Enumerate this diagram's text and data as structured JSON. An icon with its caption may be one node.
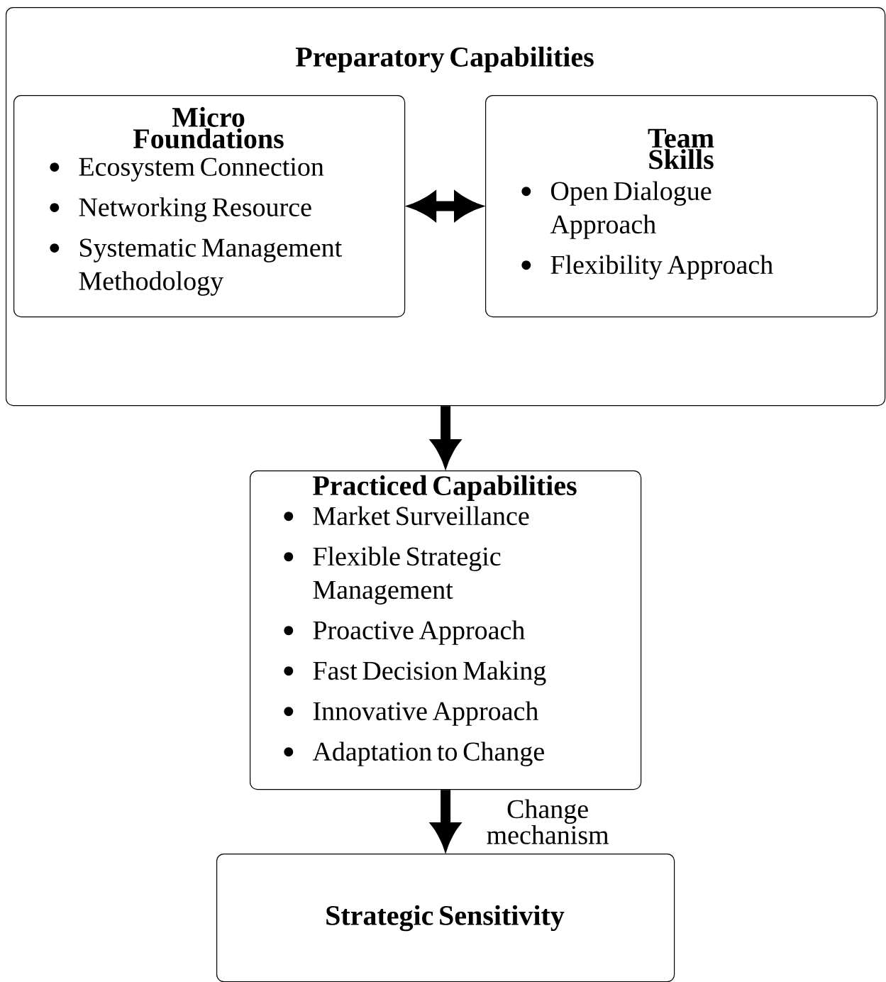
{
  "diagram": {
    "nodes": [
      {
        "text": [
          "Preparatory Capabilities"
        ]
      },
      {
        "text": [
          "Micro Foundations",
          "Ecosystem Connection",
          "Networking Resource",
          "Systematic Management Methodology"
        ],
        "in": 0
      },
      {
        "text": [
          "Team Skills",
          "Open Dialogue Approach",
          "Flexibility Approach"
        ],
        "in": 0
      },
      {
        "text": [
          "Practiced Capabilities",
          "Market Surveillance",
          "Flexible Strategic Management",
          "Proactive Approach",
          "Fast Decision Making",
          "Innovative Approach",
          "Adaptation to Change"
        ]
      },
      {
        "text": [
          "Strategic Sensitivity"
        ]
      }
    ],
    "edges": [
      {
        "from": 1,
        "to": 2,
        "arrow": "both"
      },
      {
        "from": 0,
        "to": 3,
        "arrow": "to"
      },
      {
        "from": 3,
        "to": 4,
        "arrow": "to",
        "label": "Change mechanism"
      }
    ]
  }
}
